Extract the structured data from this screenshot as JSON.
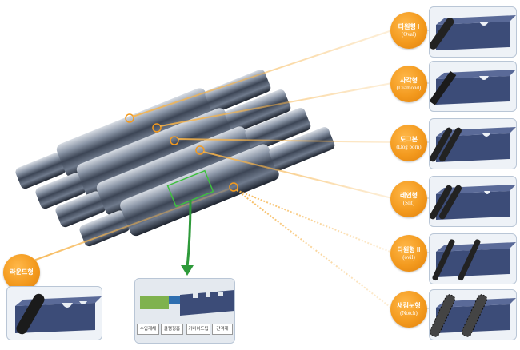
{
  "badges": {
    "oval1": {
      "ko": "타원형 I",
      "en": "(Oval)"
    },
    "diamond": {
      "ko": "사각형",
      "en": "(Diamond)"
    },
    "dogborn": {
      "ko": "도그본",
      "en": "(Dog born)"
    },
    "slit": {
      "ko": "레인형",
      "en": "(Slit)"
    },
    "oval2": {
      "ko": "타원형 II",
      "en": "(ovil)"
    },
    "notch": {
      "ko": "새김눈형",
      "en": "(Notch)"
    },
    "round": {
      "ko": "라운드형",
      "en": ""
    }
  },
  "inset_labels": [
    "수입개체",
    "클램핑홈",
    "카바이드팁",
    "간격재"
  ],
  "colors": {
    "accent": "#f39a1e",
    "steel": "#3c4c78",
    "panel_border": "#b9c6d6",
    "arrow": "#2e9a3a"
  }
}
